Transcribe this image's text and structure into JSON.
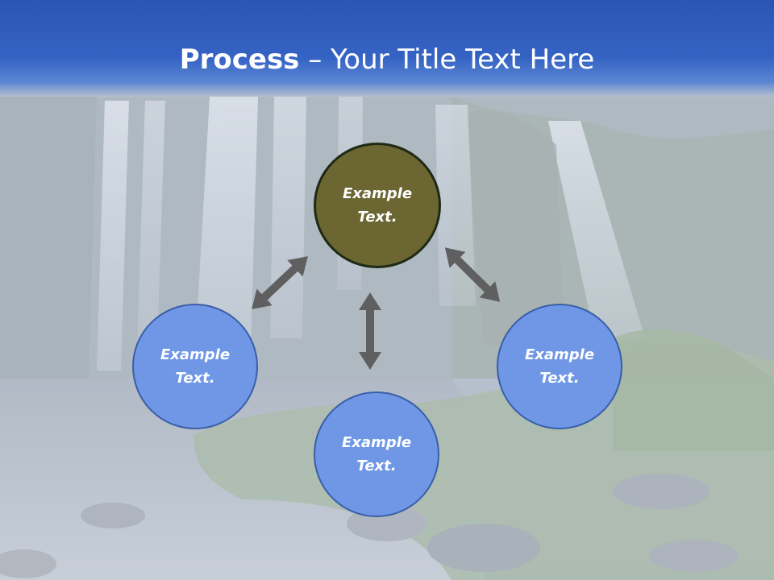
{
  "slide": {
    "title_strong": "Process",
    "title_rest": " – Your Title Text Here",
    "background_scene": "waterfall-photo",
    "header_color": "#3563c4",
    "circles": [
      {
        "label": "Example\nText.",
        "color": "#6b6632"
      },
      {
        "label": "Example\nText.",
        "color": "#6f97e5"
      },
      {
        "label": "Example\nText.",
        "color": "#6f97e5"
      },
      {
        "label": "Example\nText.",
        "color": "#6f97e5"
      }
    ],
    "arrow_color": "#5f5f5f"
  }
}
